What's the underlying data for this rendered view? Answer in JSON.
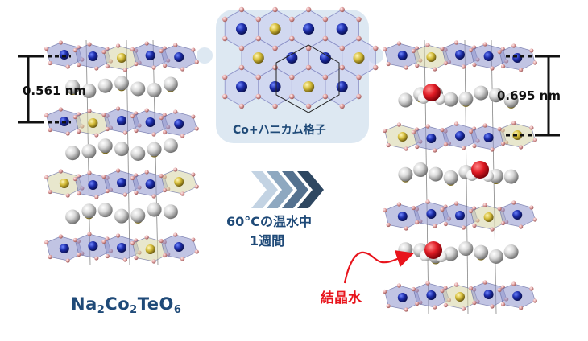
{
  "interlayer_left": "0.561 nm",
  "interlayer_right": "0.695 nm",
  "inset_label": "Co+ハニカム格子",
  "condition_line1": "60°Cの温水中",
  "condition_line2": "1週間",
  "water_label": "結晶水",
  "formula": {
    "el1": "Na",
    "n1": "2",
    "el2": "Co",
    "n2": "2",
    "el3": "TeO",
    "n3": "6"
  },
  "colors": {
    "octahedron": "#8e94cc",
    "cobalt": "#1c2ca8",
    "sodium": "#d8d8d8",
    "tellurium": "#d9c23a",
    "oxygen_small": "#e8a8a8",
    "water_oxygen": "#e01b24",
    "inset_bg": "#dde8f2",
    "text_blue": "#1f4a78",
    "accent_red": "#e8141c",
    "chevrons": [
      "#c3d3e3",
      "#8ea8c0",
      "#54718f",
      "#2e4761"
    ]
  }
}
